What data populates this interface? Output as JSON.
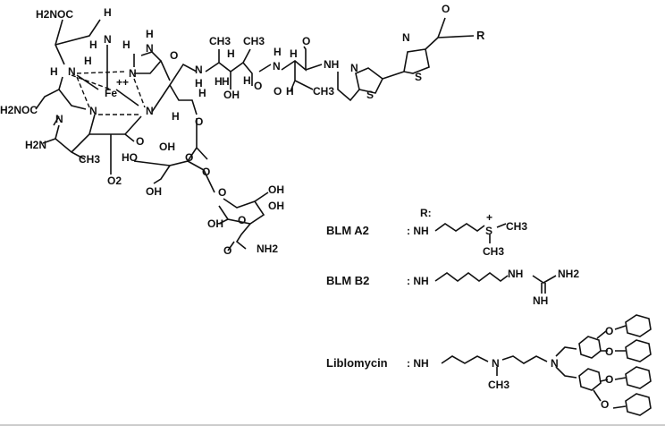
{
  "title_label": "R:",
  "core_atoms": [
    "H2NOC",
    "H",
    "N",
    "H",
    "H",
    "H",
    "N",
    "H",
    "N",
    "H",
    "N",
    "Fe",
    "++",
    "H2NOC",
    "N",
    "N",
    "N",
    "H2N",
    "CH3",
    "O",
    "O2",
    "O",
    "N",
    "H",
    "CH3",
    "CH3",
    "H",
    "H",
    "OH",
    "H",
    "O",
    "H",
    "N",
    "O",
    "O",
    "H",
    "CH3",
    "NH",
    "N",
    "S",
    "N",
    "S",
    "O",
    "R",
    "O",
    "H",
    "H",
    "OH",
    "HO",
    "O",
    "OH",
    "O",
    "O",
    "OH",
    "OH",
    "OH",
    "O",
    "O",
    "NH2",
    "H",
    "H"
  ],
  "variants": [
    {
      "name": "BLM A2",
      "prefix": ": NH",
      "atoms": [
        "S",
        "+",
        "CH3",
        "CH3"
      ]
    },
    {
      "name": "BLM B2",
      "prefix": ": NH",
      "atoms": [
        "NH",
        "NH2",
        "NH"
      ]
    },
    {
      "name": "Liblomycin",
      "prefix": ": NH",
      "atoms": [
        "N",
        "CH3",
        "N",
        "O",
        "O",
        "O",
        "O"
      ]
    }
  ]
}
